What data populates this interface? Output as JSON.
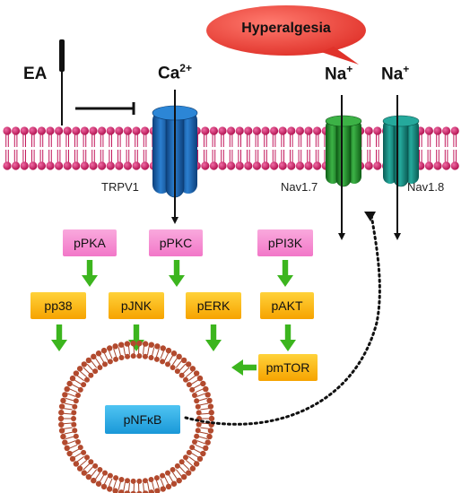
{
  "bubble": {
    "text": "Hyperalgesia"
  },
  "ea_label": "EA",
  "ions": {
    "calcium": "Ca",
    "calcium_sup": "2+",
    "sodium_1": "Na",
    "sodium_1_sup": "+",
    "sodium_2": "Na",
    "sodium_2_sup": "+"
  },
  "channels": {
    "trpv1": "TRPV1",
    "nav17": "Nav1.7",
    "nav18": "Nav1.8"
  },
  "kinases": {
    "pPKA": "pPKA",
    "pPKC": "pPKC",
    "pPI3K": "pPI3K",
    "pp38": "pp38",
    "pJNK": "pJNK",
    "pERK": "pERK",
    "pAKT": "pAKT",
    "pmTOR": "pmTOR"
  },
  "nucleus_factor": "pNFκB",
  "colors": {
    "membrane_head": "#c2185b",
    "trpv1": "#1a5fa8",
    "nav17": "#1e8f2a",
    "nav18": "#138c82",
    "arrow_green": "#3cb51e",
    "bubble": "#f0463a",
    "vesicle": "#a5432a"
  }
}
